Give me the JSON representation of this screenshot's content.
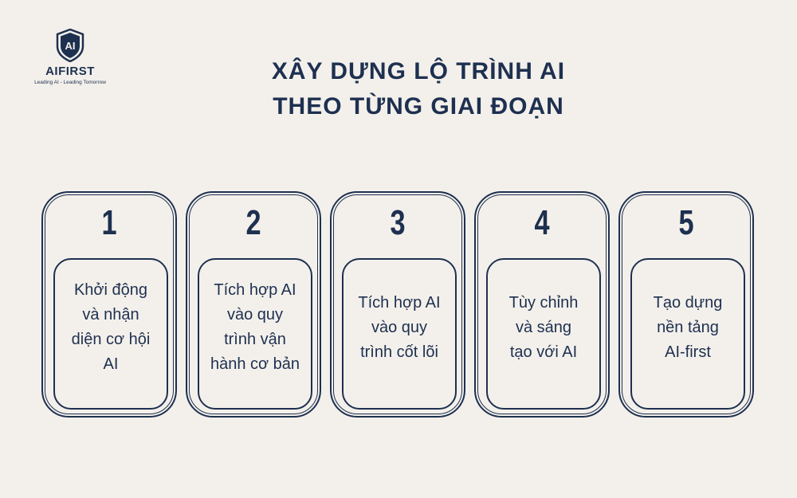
{
  "logo": {
    "mark": "AI",
    "name": "AIFIRST",
    "tagline": "Leading AI - Leading Tomorrow",
    "icon": "shield-logo-icon"
  },
  "title": {
    "line1": "XÂY DỰNG LỘ TRÌNH AI",
    "line2": "THEO TỪNG GIAI ĐOẠN"
  },
  "steps": [
    {
      "number": "1",
      "text": "Khởi động\nvà nhận\ndiện cơ hội\nAI"
    },
    {
      "number": "2",
      "text": "Tích hợp AI\nvào quy\ntrình vận\nhành cơ bản"
    },
    {
      "number": "3",
      "text": "Tích hợp AI\nvào quy\ntrình cốt lõi"
    },
    {
      "number": "4",
      "text": "Tùy chỉnh\nvà sáng\ntạo với AI"
    },
    {
      "number": "5",
      "text": "Tạo dựng\nnền tảng\nAI-first"
    }
  ],
  "colors": {
    "background": "#f3f0eb",
    "primary": "#1e3050"
  }
}
